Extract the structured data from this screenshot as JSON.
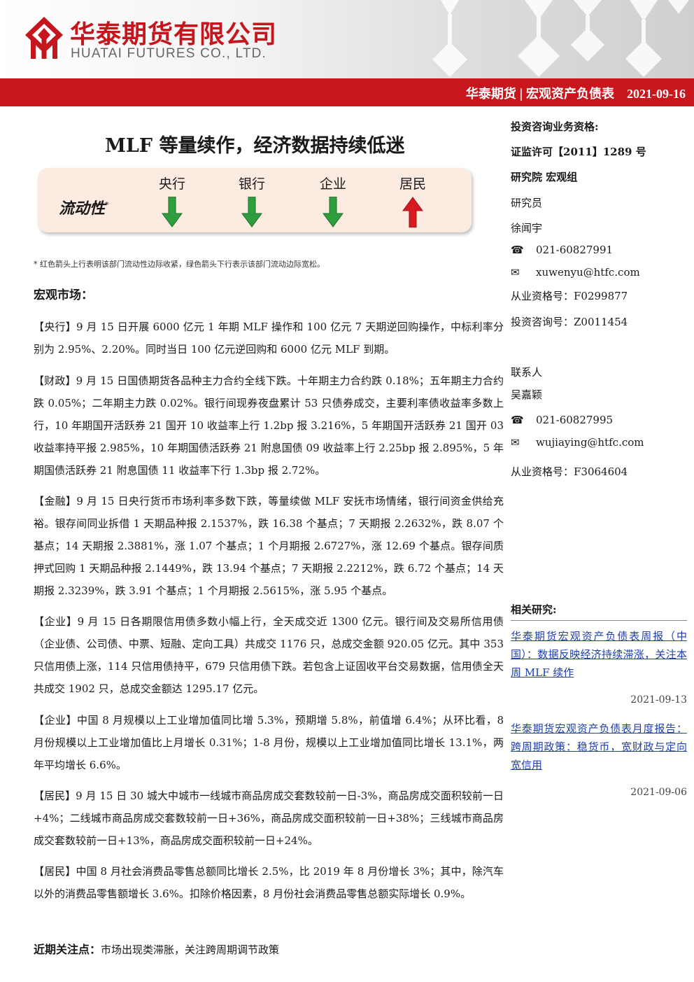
{
  "header": {
    "company_cn": "华泰期货有限公司",
    "company_en": "HUATAI FUTURES CO., LTD.",
    "bar_left": "华泰期货",
    "bar_sep": "|",
    "bar_right": "宏观资产负债表",
    "date": "2021-09-16",
    "brand_color": "#c8161d"
  },
  "title": "MLF 等量续作，经济数据持续低迷",
  "liquidity": {
    "label": "流动性",
    "label_mark": "*",
    "items": [
      {
        "name": "央行",
        "direction": "down",
        "color": "#2e9e3f"
      },
      {
        "name": "银行",
        "direction": "down",
        "color": "#2e9e3f"
      },
      {
        "name": "企业",
        "direction": "down",
        "color": "#2e9e3f"
      },
      {
        "name": "居民",
        "direction": "up",
        "color": "#d71920"
      }
    ]
  },
  "footnote": "* 红色箭头上行表明该部门流动性边际收紧，绿色箭头下行表示该部门流动边际宽松。",
  "section_heading": "宏观市场：",
  "paragraphs": [
    {
      "tag": "【央行】",
      "text": "9 月 15 日开展 6000 亿元 1 年期 MLF 操作和 100 亿元 7 天期逆回购操作，中标利率分别为 2.95%、2.20%。同时当日 100 亿元逆回购和 6000 亿元 MLF 到期。"
    },
    {
      "tag": "【财政】",
      "text": "9 月 15 日国债期货各品种主力合约全线下跌。十年期主力合约跌 0.18%；五年期主力合约跌 0.05%；二年期主力跌 0.02%。银行间现券夜盘累计 53 只债券成交，主要利率债收益率多数上行，10 年期国开活跃券 21 国开 10 收益率上行 1.2bp 报 3.216%，5 年期国开活跃券 21 国开 03 收益率持平报 2.985%，10 年期国债活跃券 21 附息国债 09 收益率上行 2.25bp 报 2.895%，5 年期国债活跃券 21 附息国债 11 收益率下行 1.3bp 报 2.72%。"
    },
    {
      "tag": "【金融】",
      "text": "9 月 15 日央行货币市场利率多数下跌，等量续做 MLF 安抚市场情绪，银行间资金供给充裕。银存间同业拆借 1 天期品种报 2.1537%，跌 16.38 个基点；7 天期报 2.2632%，跌 8.07 个基点；14 天期报 2.3881%，涨 1.07 个基点；1 个月期报 2.6727%，涨 12.69 个基点。银存间质押式回购 1 天期品种报 2.1449%，跌 13.94 个基点；7 天期报 2.2212%，跌 6.72 个基点；14 天期报 2.3239%，跌 3.91 个基点；1 个月期报 2.5615%，涨 5.95 个基点。"
    },
    {
      "tag": "【企业】",
      "text": "9 月 15 日各期限信用债多数小幅上行，全天成交近 1300 亿元。银行间及交易所信用债（企业债、公司债、中票、短融、定向工具）共成交 1176 只，总成交金额 920.05 亿元。其中 353 只信用债上涨，114 只信用债持平，679 只信用债下跌。若包含上证固收平台交易数据，信用债全天共成交 1902 只，总成交金额达 1295.17 亿元。"
    },
    {
      "tag": "【企业】",
      "text": "中国 8 月规模以上工业增加值同比增 5.3%，预期增 5.8%，前值增 6.4%；从环比看，8 月份规模以上工业增加值比上月增长 0.31%；1-8 月份，规模以上工业增加值同比增长 13.1%，两年平均增长 6.6%。"
    },
    {
      "tag": "【居民】",
      "text": "9 月 15 日 30 城大中城市一线城市商品房成交套数较前一日-3%，商品房成交面积较前一日+4%；二线城市商品房成交套数较前一日+36%，商品房成交面积较前一日+38%；三线城市商品房成交套数较前一日+13%，商品房成交面积较前一日+24%。"
    },
    {
      "tag": "【居民】",
      "text": "中国 8 月社会消费品零售总额同比增长 2.5%，比 2019 年 8 月份增长 3%；其中，除汽车以外的消费品零售额增长 3.6%。扣除价格因素，8 月份社会消费品零售总额实际增长 0.9%。"
    }
  ],
  "focus": {
    "label": "近期关注点：",
    "text": "市场出现类滞胀，关注跨周期调节政策"
  },
  "sidebar": {
    "qual_title": "投资咨询业务资格:",
    "license": "证监许可【2011】1289 号",
    "dept": "研究院 宏观组",
    "researcher_title": "研究员",
    "researcher_name": "徐闻宇",
    "researcher_phone": "021-60827991",
    "researcher_email": "xuwenyu@htfc.com",
    "researcher_cert": "从业资格号：F0299877",
    "researcher_consult": "投资咨询号：Z0011454",
    "contact_title": "联系人",
    "contact_name": "吴嘉颖",
    "contact_phone": "021-60827995",
    "contact_email": "wujiaying@htfc.com",
    "contact_cert": "从业资格号：F3064604",
    "phone_icon": "telephone-icon",
    "mail_icon": "envelope-icon"
  },
  "related": {
    "title": "相关研究:",
    "items": [
      {
        "title": "华泰期货宏观资产负债表周报（中国）：数据反映经济持续滞涨，关注本周 MLF 续作",
        "date": "2021-09-13"
      },
      {
        "title": "华泰期货宏观资产负债表月度报告：跨周期政策：稳货币，宽财政与定向宽信用",
        "date": "2021-09-06"
      }
    ]
  }
}
